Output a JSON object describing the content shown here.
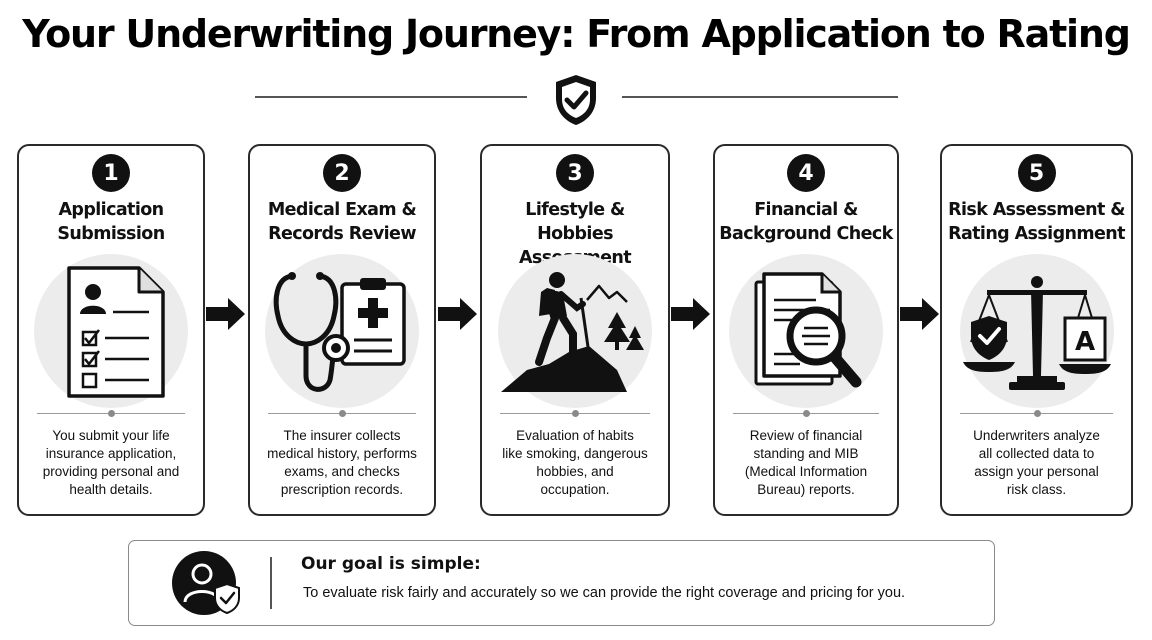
{
  "title": "Your Underwriting Journey: From Application to Rating",
  "steps": [
    {
      "number": "1",
      "title_lines": [
        "Application",
        "Submission"
      ],
      "icon": "application-form-icon",
      "description_lines": [
        "You submit your life",
        "insurance application,",
        "providing personal and",
        "health details."
      ]
    },
    {
      "number": "2",
      "title_lines": [
        "Medical Exam &",
        "Records Review"
      ],
      "icon": "stethoscope-clipboard-icon",
      "description_lines": [
        "The insurer collects",
        "medical history, performs",
        "exams, and checks",
        "prescription records."
      ]
    },
    {
      "number": "3",
      "title_lines": [
        "Lifestyle & Hobbies",
        "Assessment"
      ],
      "icon": "hiker-mountain-icon",
      "description_lines": [
        "Evaluation of habits",
        "like smoking, dangerous",
        "hobbies, and",
        "occupation."
      ]
    },
    {
      "number": "4",
      "title_lines": [
        "Financial &",
        "Background Check"
      ],
      "icon": "document-magnifier-icon",
      "description_lines": [
        "Review of financial",
        "standing and MIB",
        "(Medical Information",
        "Bureau) reports."
      ]
    },
    {
      "number": "5",
      "title_lines": [
        "Risk Assessment &",
        "Rating Assignment"
      ],
      "icon": "scales-shield-rating-icon",
      "description_lines": [
        "Underwriters analyze",
        "all collected data to",
        "assign your personal",
        "risk class."
      ],
      "rating_letter": "A"
    }
  ],
  "goal": {
    "title": "Our goal is simple:",
    "text": "To evaluate risk fairly and accurately so we can provide the right coverage and pricing for you.",
    "icon": "person-shield-icon"
  },
  "colors": {
    "ink": "#111111",
    "icon_circle": "#ececec",
    "border": "#2a2a2a"
  }
}
